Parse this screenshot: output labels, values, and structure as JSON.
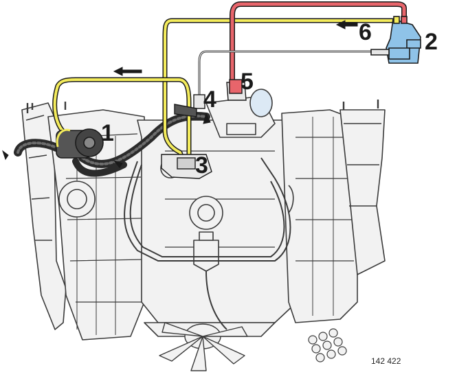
{
  "diagram": {
    "callouts": [
      "1",
      "2",
      "3",
      "4",
      "5",
      "6"
    ],
    "figure_number": "142 422",
    "colors": {
      "vacuum_line": "#f4ec5c",
      "pressure_line": "#e8656b",
      "control_unit": "#8fc3e8",
      "engine_line": "#3a3a3a",
      "hose": "#2b2b2b"
    }
  }
}
